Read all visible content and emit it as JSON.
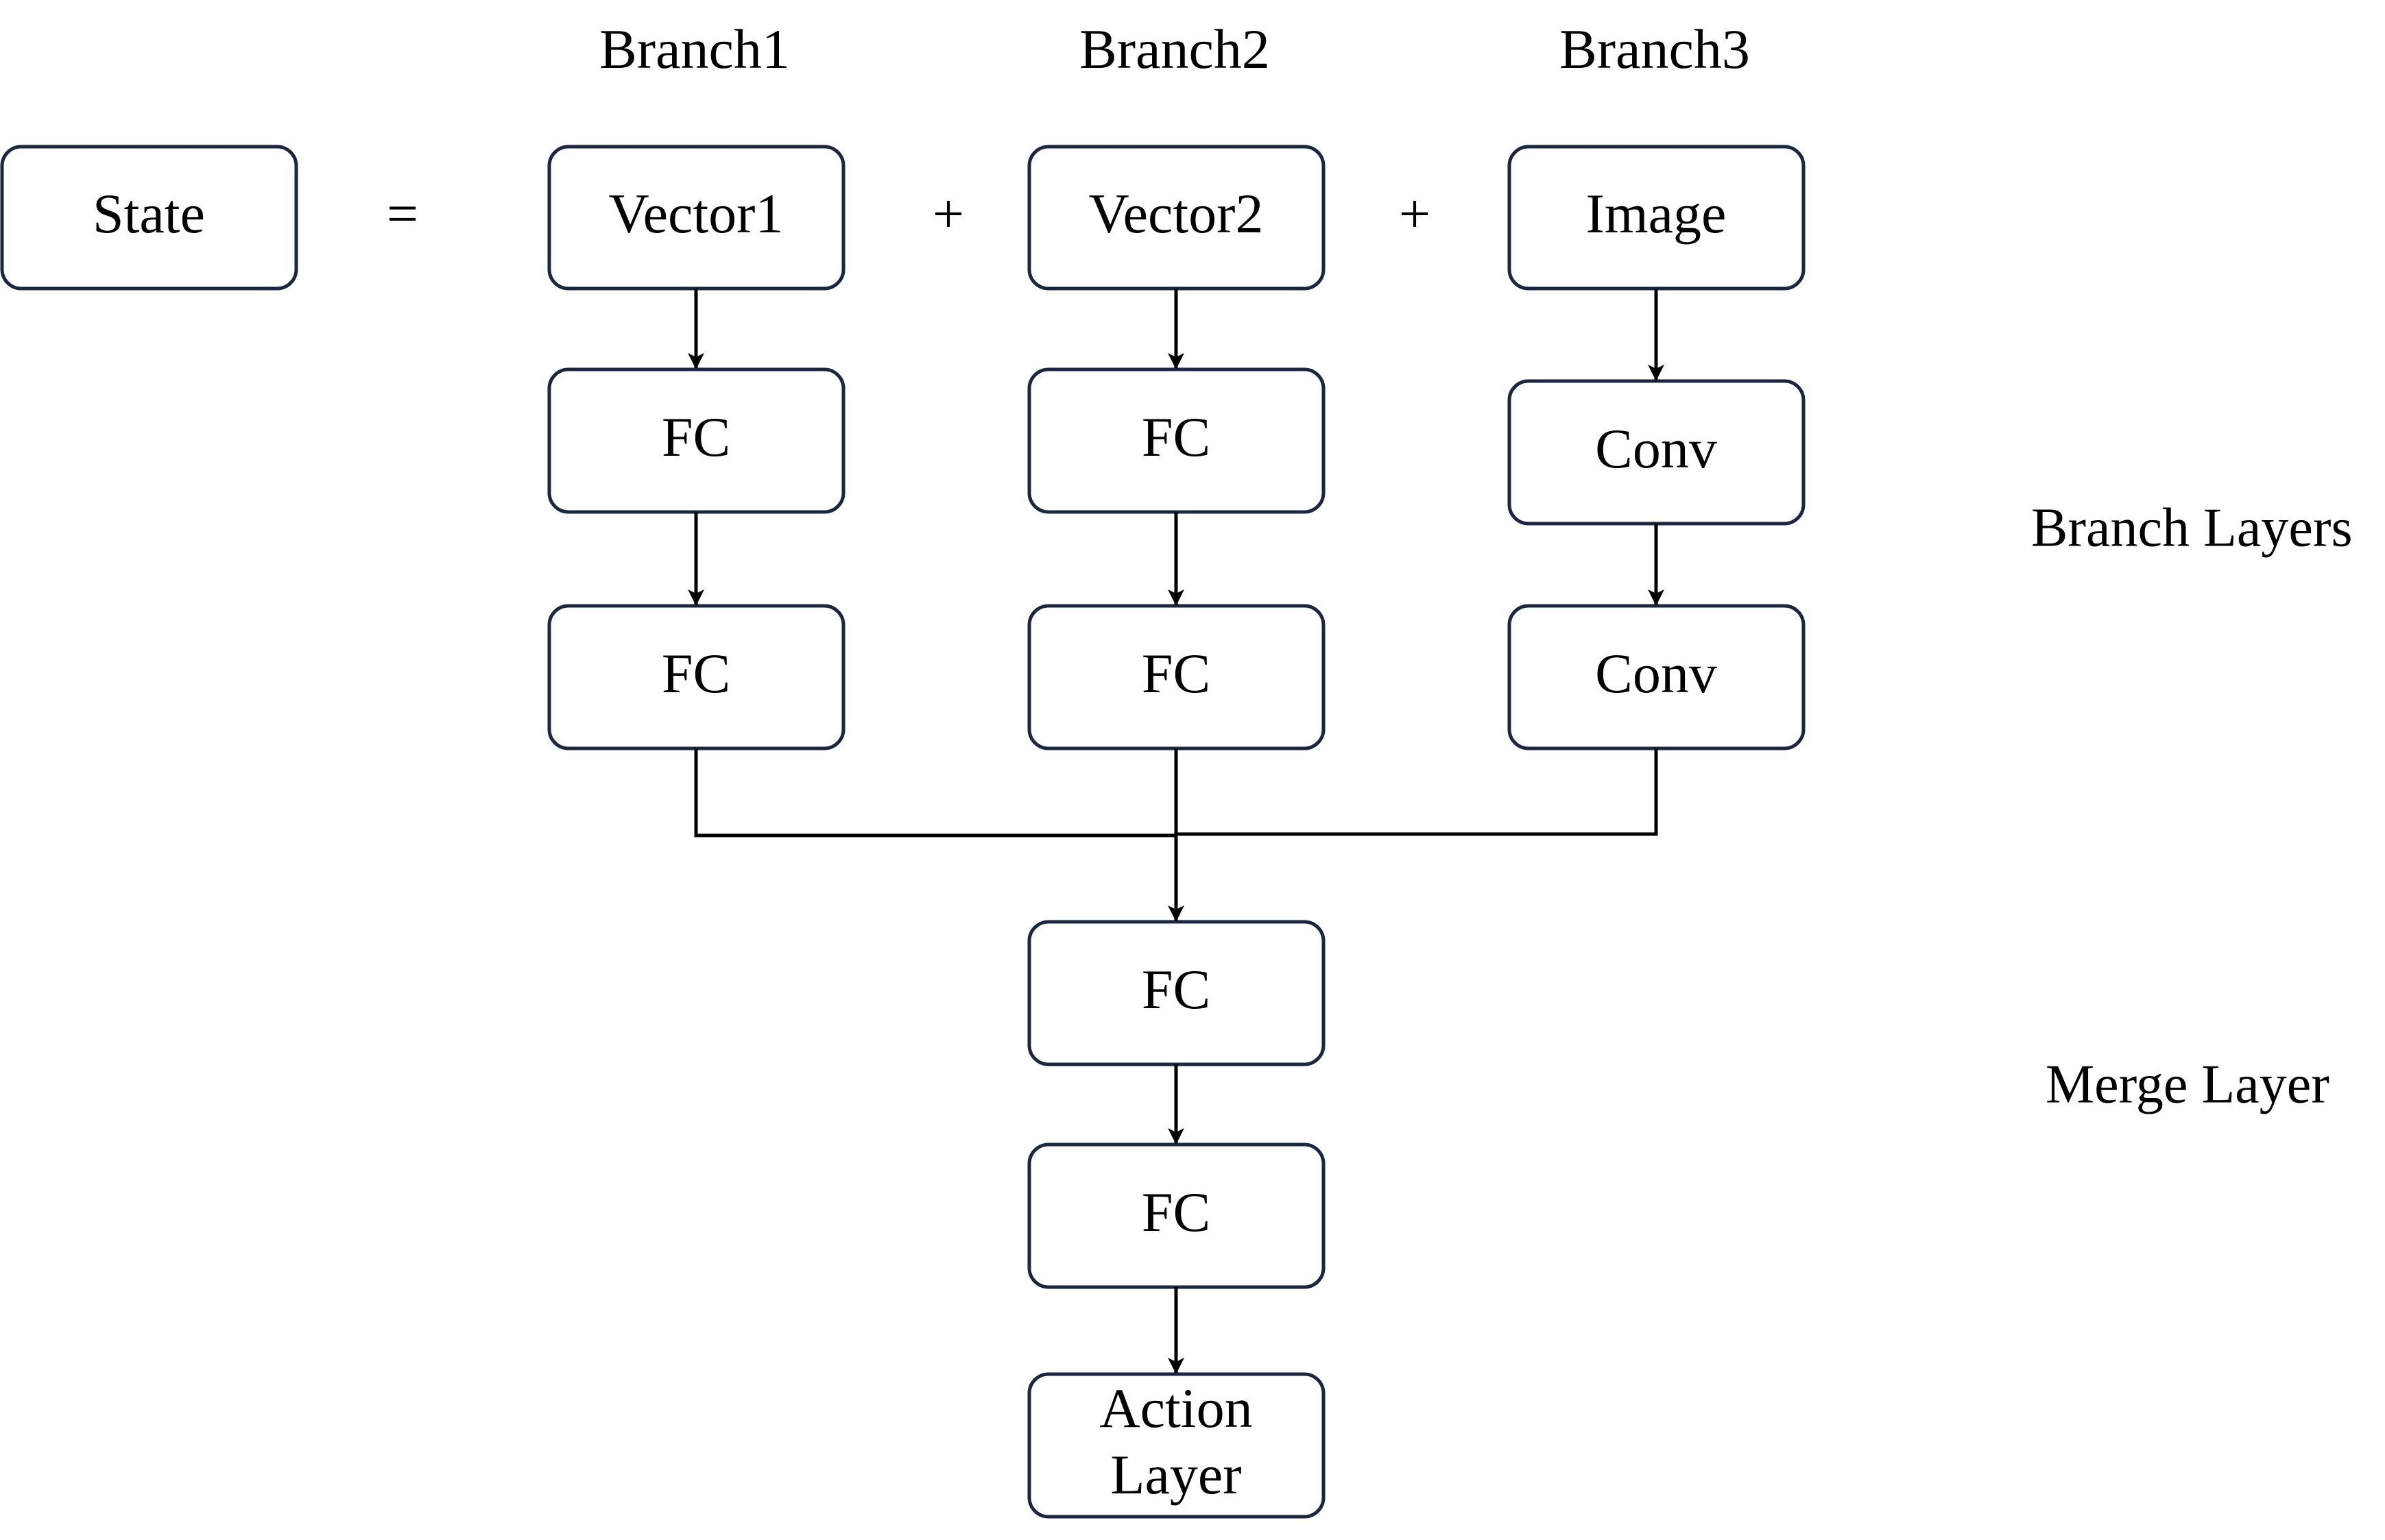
{
  "colors": {
    "box_stroke": "#1a2740",
    "edge": "#000000",
    "text": "#000000",
    "background": "#ffffff"
  },
  "headers": {
    "branch1": "Branch1",
    "branch2": "Branch2",
    "branch3": "Branch3"
  },
  "operators": {
    "equals": "=",
    "plus1": "+",
    "plus2": "+"
  },
  "nodes": {
    "state": "State",
    "vector1": "Vector1",
    "vector2": "Vector2",
    "image": "Image",
    "b1_fc1": "FC",
    "b1_fc2": "FC",
    "b2_fc1": "FC",
    "b2_fc2": "FC",
    "b3_conv1": "Conv",
    "b3_conv2": "Conv",
    "merge_fc1": "FC",
    "merge_fc2": "FC",
    "action_line1": "Action",
    "action_line2": "Layer"
  },
  "side_labels": {
    "branch_layers": "Branch Layers",
    "merge_layer": "Merge Layer"
  }
}
